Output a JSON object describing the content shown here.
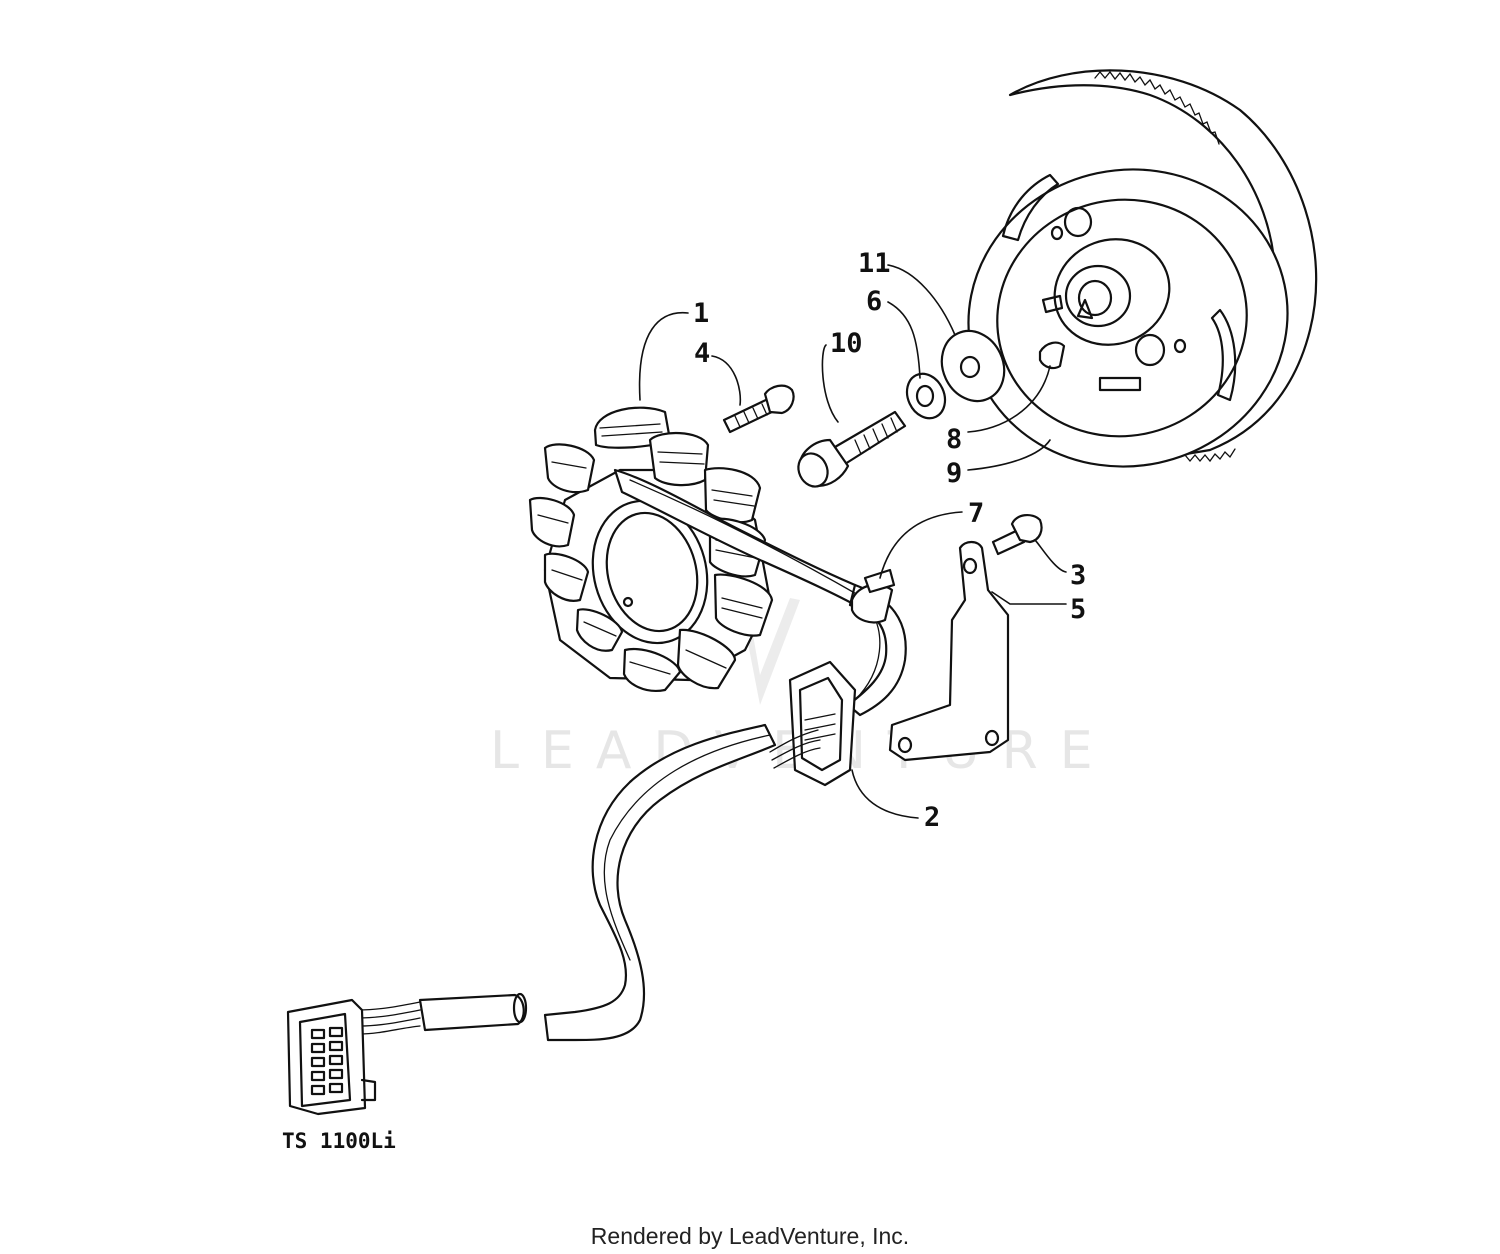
{
  "diagram": {
    "model_label": "TS 1100Li",
    "watermark": "LEADVENTURE",
    "footer": "Rendered by LeadVenture, Inc.",
    "callouts": [
      {
        "id": "1",
        "label": "1"
      },
      {
        "id": "2",
        "label": "2"
      },
      {
        "id": "3",
        "label": "3"
      },
      {
        "id": "4",
        "label": "4"
      },
      {
        "id": "5",
        "label": "5"
      },
      {
        "id": "6",
        "label": "6"
      },
      {
        "id": "7",
        "label": "7"
      },
      {
        "id": "8",
        "label": "8"
      },
      {
        "id": "9",
        "label": "9"
      },
      {
        "id": "10",
        "label": "10"
      },
      {
        "id": "11",
        "label": "11"
      }
    ]
  }
}
